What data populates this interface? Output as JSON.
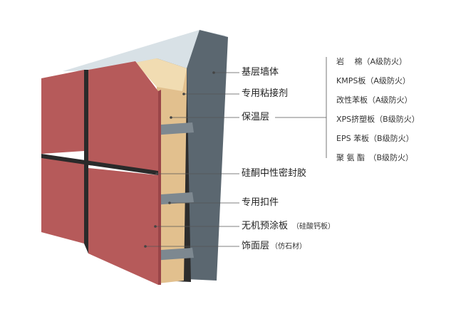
{
  "layers": {
    "base_wall": "基层墙体",
    "adhesive": "专用粘接剂",
    "insulation": "保温层",
    "sealant": "硅酮中性密封胶",
    "fastener": "专用扣件",
    "board": "无机预涂板",
    "board_note": "（硅酸钙板）",
    "finish": "饰面层",
    "finish_note": "（仿石材）"
  },
  "insulation_options": [
    "岩　 棉（A级防火）",
    "KMPS板（A级防火）",
    "改性苯板（A级防火）",
    "XPS挤塑板（B级防火）",
    "EPS 苯板（B级防火）",
    "聚 氨 酯　（B级防火）"
  ],
  "colors": {
    "panel": "#b65a5a",
    "panel_edge": "#9a4548",
    "wall_front": "#5b6770",
    "wall_back": "#d8e1e6",
    "insulation": "#e2c08e",
    "adhesive": "#2c2c2c",
    "bracket": "#7d8890",
    "leader": "#555555"
  }
}
